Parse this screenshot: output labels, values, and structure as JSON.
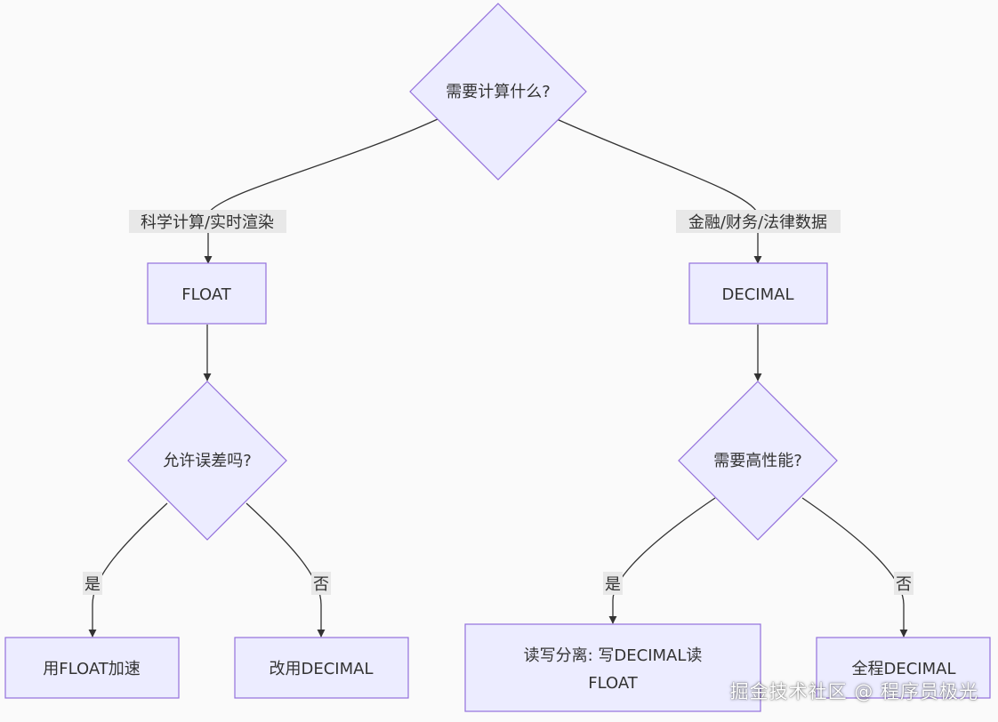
{
  "nodes": {
    "root": "需要计算什么?",
    "float": "FLOAT",
    "decimal": "DECIMAL",
    "allow_error": "允许误差吗?",
    "need_perf": "需要高性能?",
    "use_float": "用FLOAT加速",
    "switch_decimal": "改用DECIMAL",
    "rw_split_line1": "读写分离: 写DECIMAL读",
    "rw_split_line2": "FLOAT",
    "full_decimal": "全程DECIMAL"
  },
  "edges": {
    "science": "科学计算/实时渲染",
    "finance": "金融/财务/法律数据",
    "yes_left": "是",
    "no_left": "否",
    "yes_right": "是",
    "no_right": "否"
  },
  "watermark": "掘金技术社区 @ 程序员极光",
  "colors": {
    "node_fill": "#ececff",
    "node_stroke": "#9370db",
    "edge": "#333333",
    "label_bg": "#e8e8e8",
    "background": "#fafafa"
  }
}
